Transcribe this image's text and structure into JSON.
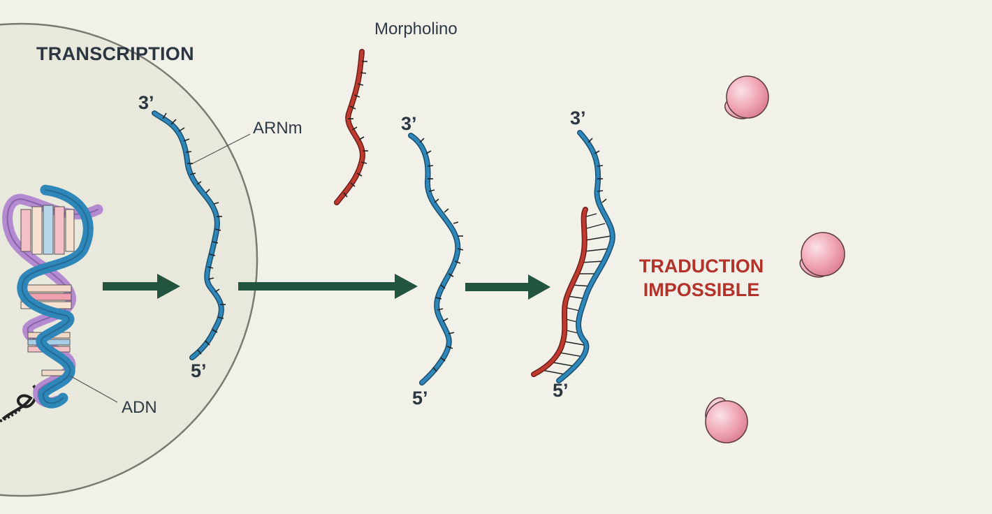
{
  "title": "TRANSCRIPTION",
  "labels": {
    "mrna": "ARNm",
    "morpholino": "Morpholino",
    "dna": "ADN"
  },
  "strand_ends": {
    "three_prime": "3’",
    "five_prime": "5’"
  },
  "result": {
    "line1": "TRADUCTION",
    "line2": "IMPOSSIBLE"
  },
  "colors": {
    "background": "#f1f1ea",
    "nucleus_fill": "#e9e8dc",
    "nucleus_border": "#7a7a72",
    "mrna_strand": "#2f86b8",
    "morpholino_strand": "#bf3b30",
    "arrow": "#235440",
    "result_text": "#b3322a",
    "ribosome": "#f0a6b6",
    "dna_backbone_purple": "#b48ad0",
    "dna_backbone_blue": "#2f86b8"
  },
  "icons": [
    "arrow-right-icon",
    "ribosome-icon",
    "dna-helix-icon"
  ]
}
